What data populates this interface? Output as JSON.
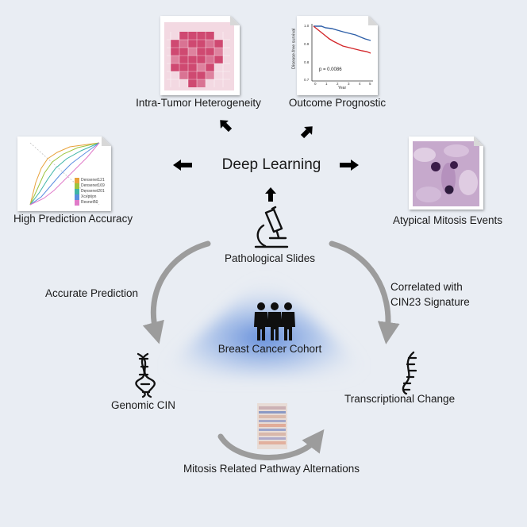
{
  "center": {
    "deep_learning": "Deep Learning",
    "pathological_slides": "Pathological Slides",
    "cohort": "Breast Cancer Cohort"
  },
  "outputs": {
    "intra_tumor": "Intra-Tumor Heterogeneity",
    "outcome": "Outcome Prognostic",
    "high_accuracy": "High Prediction Accuracy",
    "atypical_mitosis": "Atypical Mitosis Events"
  },
  "cycle": {
    "accurate_prediction": "Accurate Prediction",
    "correlated_line1": "Correlated with",
    "correlated_line2": "CIN23 Signature",
    "genomic_cin": "Genomic CIN",
    "transcriptional_change": "Transcriptional Change",
    "mitosis_pathway": "Mitosis Related Pathway Alternations"
  },
  "thumbnails": {
    "survival": {
      "ylabel": "Disease-free survival",
      "xlabel": "Year",
      "pvalue": "p = 0.0086",
      "yticks": [
        "1.0",
        "0.9",
        "0.8",
        "0.7"
      ],
      "xticks": [
        "0",
        "1",
        "2",
        "3",
        "4",
        "5"
      ]
    },
    "roc_legend": [
      "Densenet121",
      "Densenet169",
      "Densenet201",
      "Xception",
      "Resnet50"
    ]
  },
  "colors": {
    "background": "#e9edf3",
    "triangle_glow": "#4d7fd6",
    "arrow_gray": "#9c9c9c",
    "survival_high": "#2e5fa8",
    "survival_low": "#d3272b",
    "heatmap": "#c92f5e"
  }
}
